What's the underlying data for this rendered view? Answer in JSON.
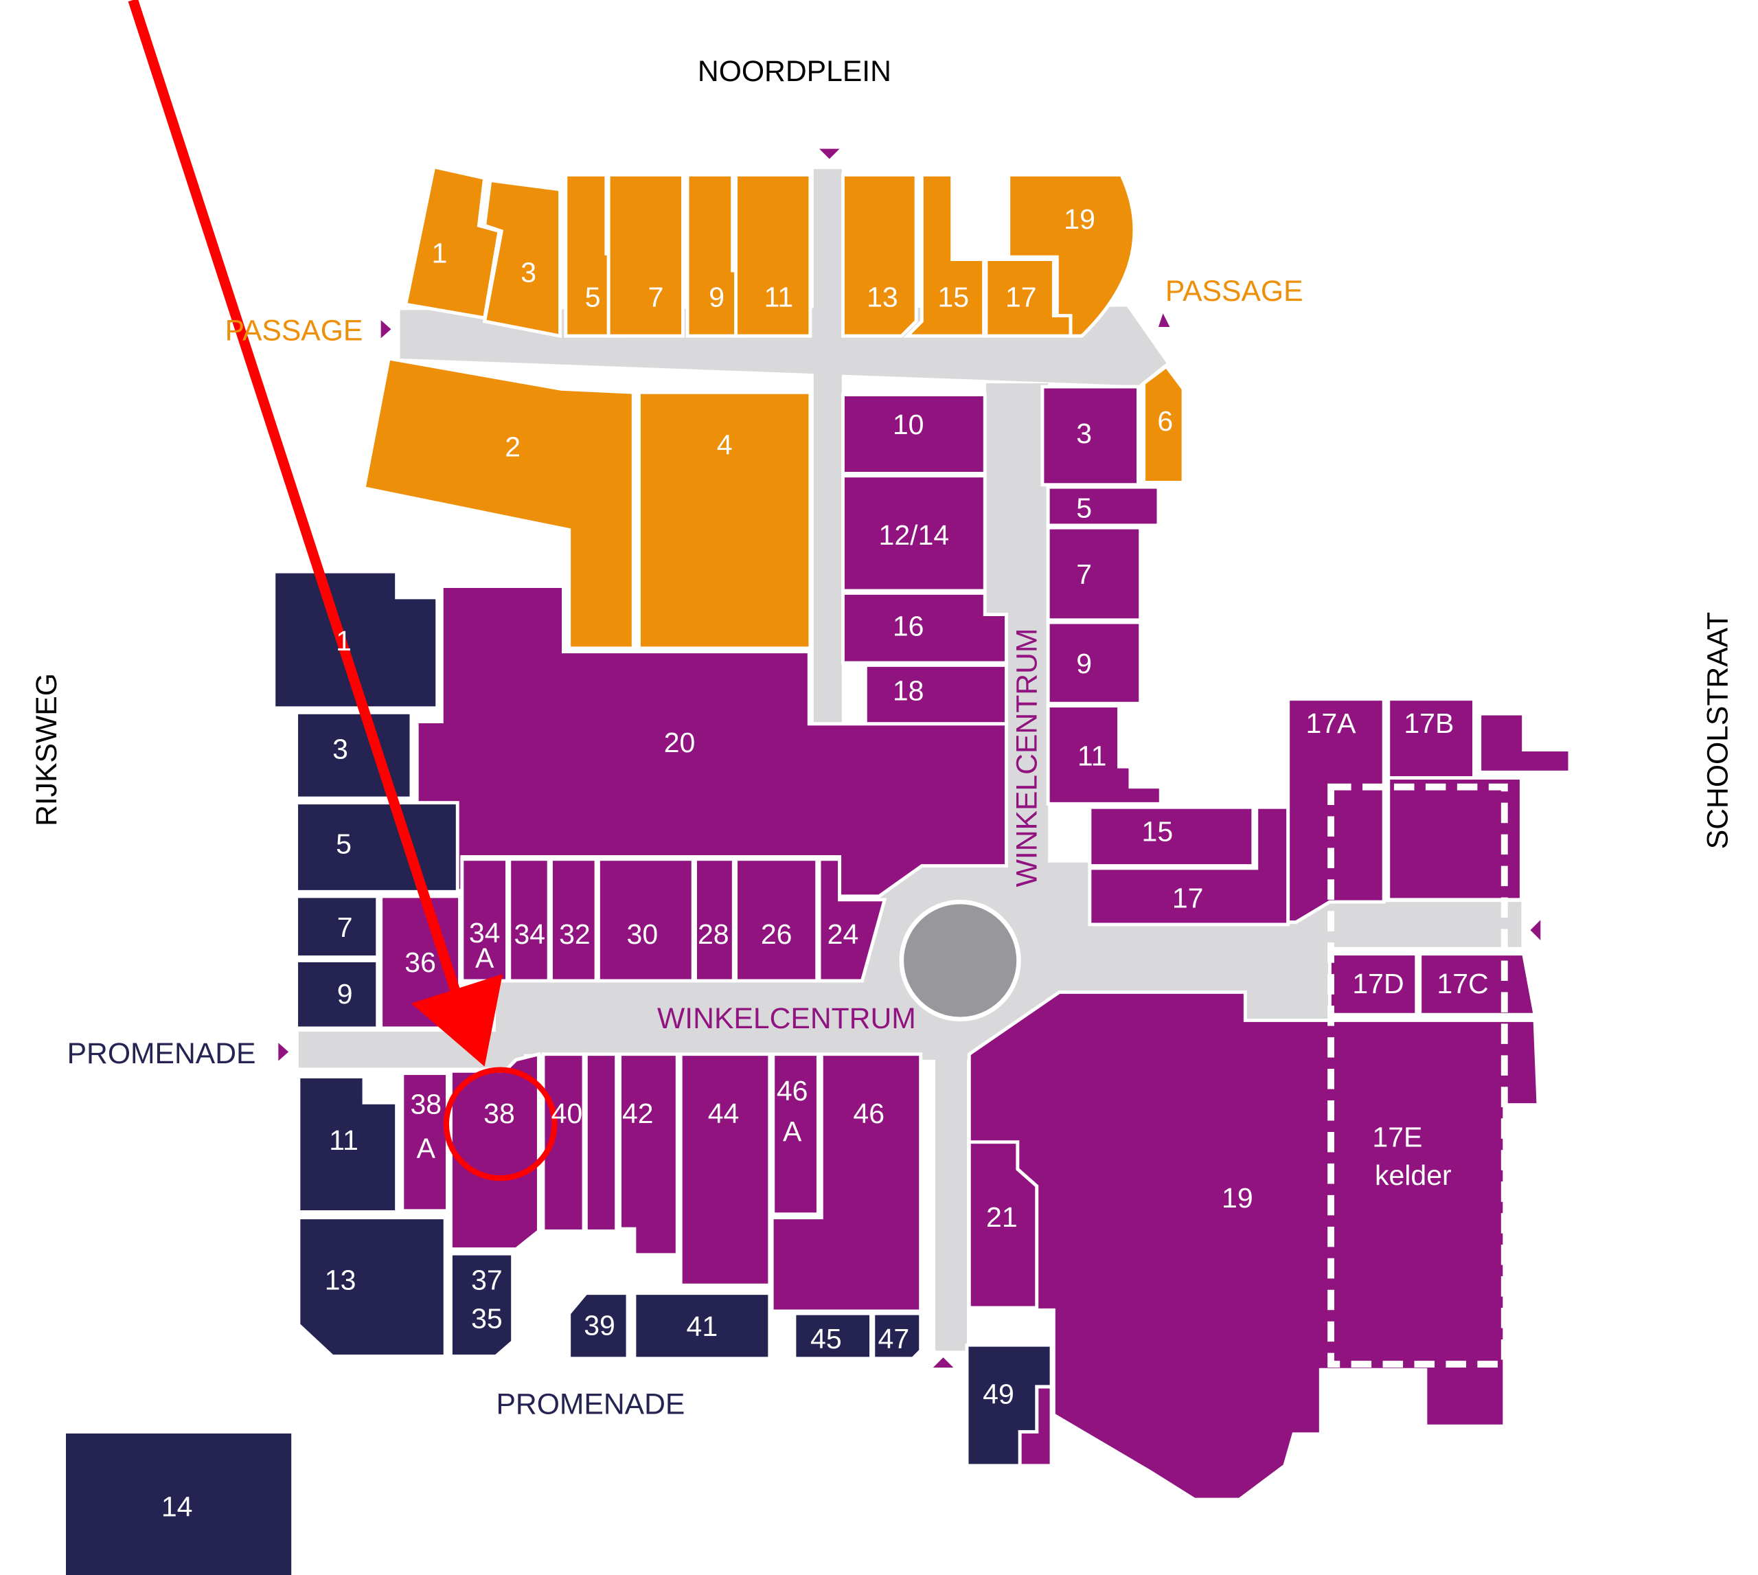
{
  "streets": {
    "north": "NOORDPLEIN",
    "passage_west": "PASSAGE",
    "passage_east": "PASSAGE",
    "west": "RIJKSWEG",
    "east": "SCHOOLSTRAAT",
    "promenade_west": "PROMENADE",
    "promenade_south": "PROMENADE",
    "winkel_horizontal": "WINKELCENTRUM",
    "winkel_vertical": "WINKELCENTRUM"
  },
  "orange_shops": [
    "1",
    "3",
    "5",
    "7",
    "9",
    "11",
    "13",
    "15",
    "17",
    "19",
    "2",
    "4",
    "6"
  ],
  "purple_shops": {
    "s10": "10",
    "s1214": "12/14",
    "s16": "16",
    "s18": "18",
    "s3": "3",
    "s5": "5",
    "s7": "7",
    "s9": "9",
    "s11": "11",
    "s15": "15",
    "s17": "17",
    "s20": "20",
    "s17a": "17A",
    "s17b": "17B",
    "s17d": "17D",
    "s17c": "17C",
    "s17e": "17E",
    "s17e_sub": "kelder",
    "s19": "19",
    "s21": "21",
    "s34a_1": "34",
    "s34a_2": "A",
    "s34": "34",
    "s32": "32",
    "s30": "30",
    "s28": "28",
    "s26": "26",
    "s24": "24",
    "s36": "36",
    "s38a_1": "38",
    "s38a_2": "A",
    "s38": "38",
    "s40": "40",
    "s42": "42",
    "s44": "44",
    "s46a_1": "46",
    "s46a_2": "A",
    "s46": "46"
  },
  "navy_shops": {
    "s1": "1",
    "s3": "3",
    "s5": "5",
    "s7": "7",
    "s9": "9",
    "s11": "11",
    "s13": "13",
    "s37": "37",
    "s35": "35",
    "s39": "39",
    "s41": "41",
    "s45": "45",
    "s47": "47",
    "s49": "49",
    "s14": "14"
  },
  "colors": {
    "orange": "#EE8F0A",
    "purple": "#901380",
    "navy": "#252352",
    "road": "#D9D9DB",
    "annotation": "#FF0000"
  },
  "annotation": {
    "highlighted_shop": "38",
    "marker": "red-arrow-and-circle"
  }
}
